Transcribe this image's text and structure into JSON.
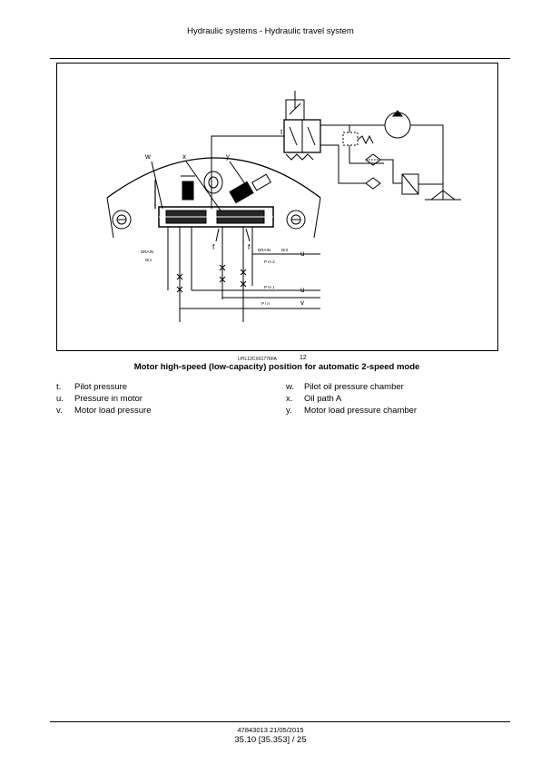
{
  "header": {
    "title": "Hydraulic systems - Hydraulic travel system"
  },
  "figure": {
    "ref": "LPIL12CX01776FA",
    "number": "12",
    "caption": "Motor high-speed (low-capacity) position for automatic 2-speed mode",
    "callouts": {
      "t": "t",
      "w": "w",
      "x": "x",
      "y": "y",
      "f": "f",
      "f2": "f",
      "drain1": "DRAIN",
      "dr1": "Dr1",
      "drain2": "DRAIN",
      "dr2": "Dr2",
      "u1": "u",
      "u2": "u",
      "v": "v",
      "p2": "P m 2",
      "p1": "P m 1",
      "pin": "P i n"
    }
  },
  "legend": {
    "left": [
      {
        "key": "t.",
        "text": "Pilot pressure"
      },
      {
        "key": "u.",
        "text": "Pressure in motor"
      },
      {
        "key": "v.",
        "text": "Motor load pressure"
      }
    ],
    "right": [
      {
        "key": "w.",
        "text": "Pilot oil pressure chamber"
      },
      {
        "key": "x.",
        "text": "Oil path A"
      },
      {
        "key": "y.",
        "text": "Motor load pressure chamber"
      }
    ]
  },
  "footer": {
    "doc": "47843013 21/05/2015",
    "page": "35.10 [35.353] / 25"
  }
}
